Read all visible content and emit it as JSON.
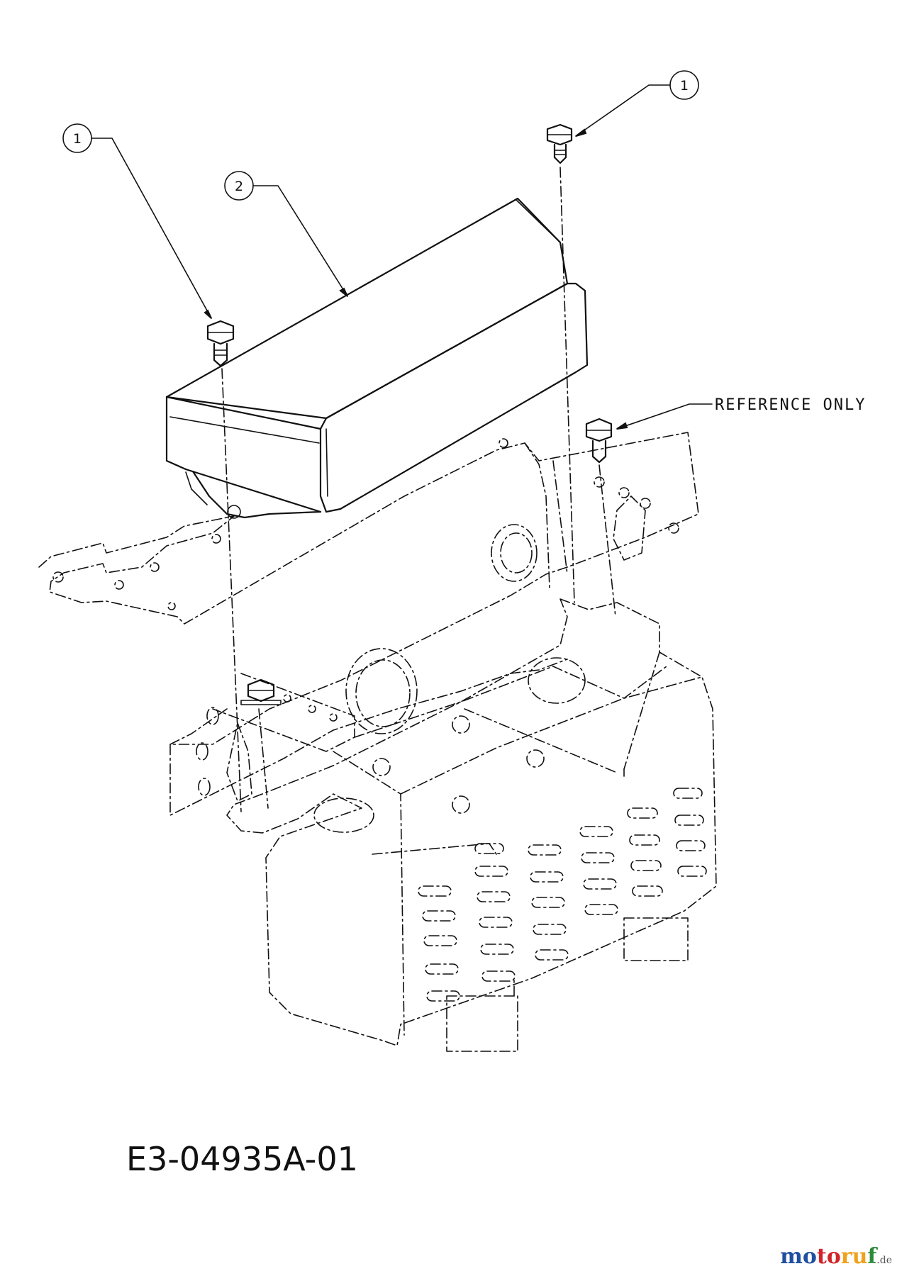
{
  "callouts": [
    {
      "label": "1"
    },
    {
      "label": "2"
    },
    {
      "label": "1"
    }
  ],
  "reference_note": "REFERENCE ONLY",
  "drawing_code": "E3-04935A-01",
  "watermark": {
    "part1": "mo",
    "part2": "to",
    "part3": "ru",
    "part4": "f",
    "suffix": ".de"
  }
}
